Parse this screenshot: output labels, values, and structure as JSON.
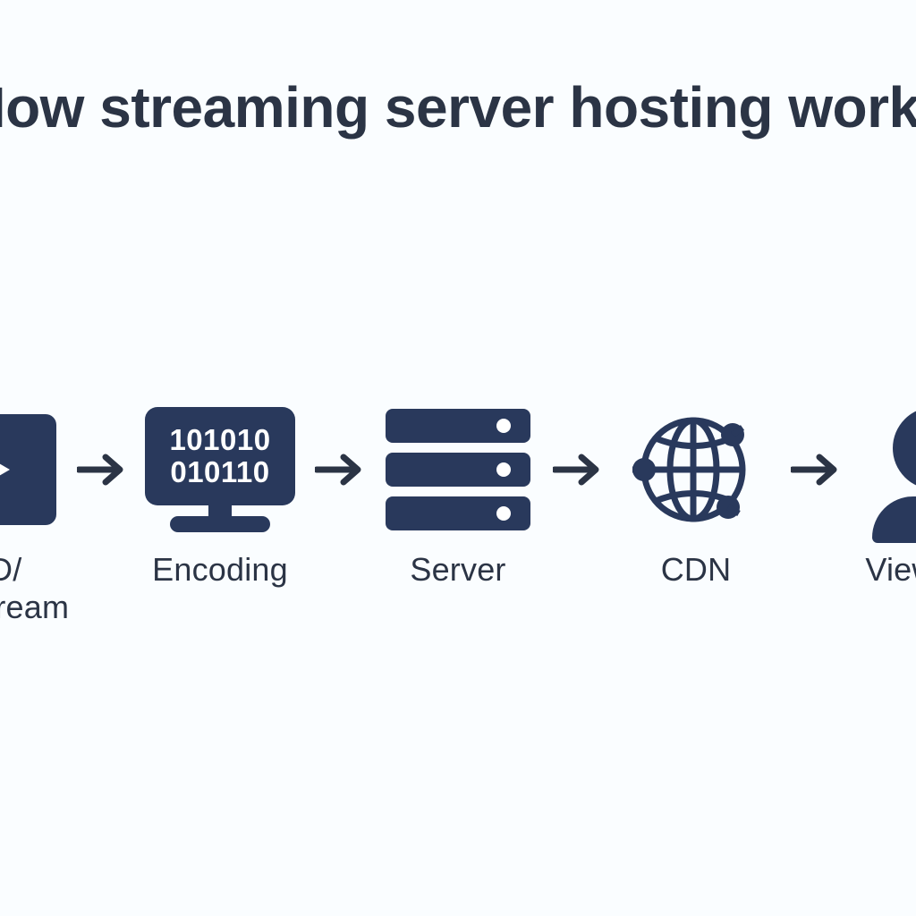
{
  "title": "How streaming server hosting works",
  "colors": {
    "background": "#fafdff",
    "icon_navy": "#29395c",
    "text_slate": "#2b3445",
    "icon_accent_white": "#ffffff"
  },
  "pipeline": {
    "stages": [
      {
        "id": "source",
        "label": "VOD/\nLive Stream",
        "icon": "video-play-icon"
      },
      {
        "id": "encoding",
        "label": "Encoding",
        "icon": "monitor-binary-icon",
        "binary_line_1": "101010",
        "binary_line_2": "010110"
      },
      {
        "id": "server",
        "label": "Server",
        "icon": "server-rack-icon",
        "rack_count": 3
      },
      {
        "id": "cdn",
        "label": "CDN",
        "icon": "globe-network-icon",
        "node_count": 3
      },
      {
        "id": "viewer",
        "label": "Viewer(s)",
        "icon": "person-icon"
      }
    ],
    "connector": "arrow-right-icon",
    "connector_count": 4,
    "direction": "left-to-right"
  }
}
